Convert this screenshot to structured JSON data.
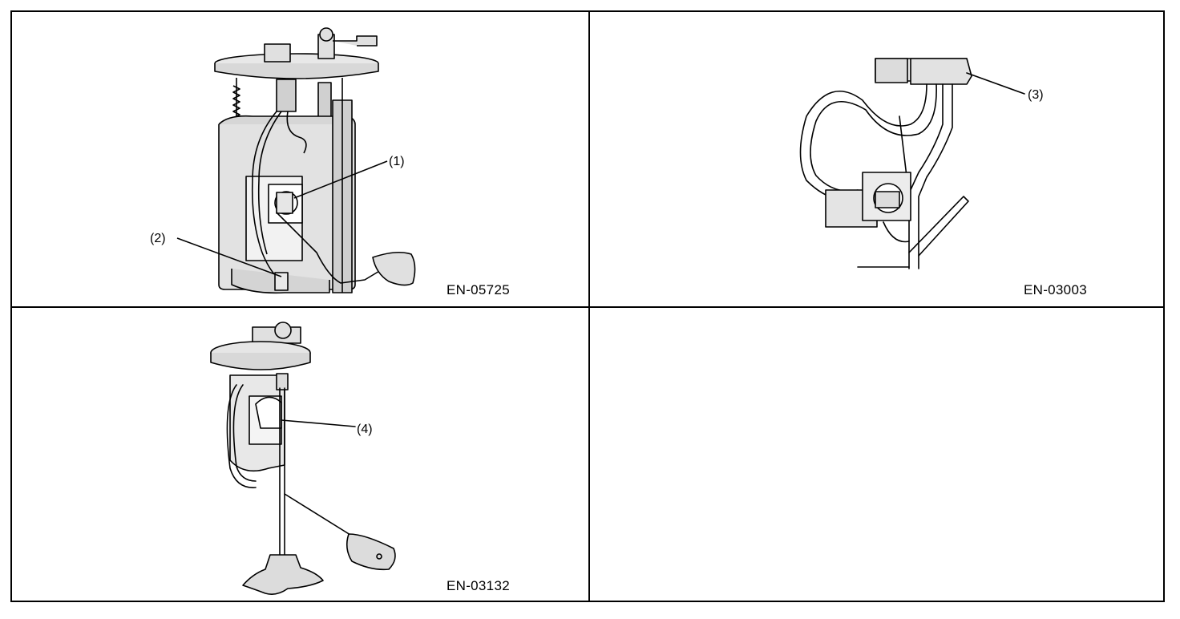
{
  "figures": [
    {
      "code": "EN-05725",
      "callouts": [
        "(1)",
        "(2)"
      ]
    },
    {
      "code": "EN-03003",
      "callouts": [
        "(3)"
      ]
    },
    {
      "code": "EN-03132",
      "callouts": [
        "(4)"
      ]
    },
    {
      "code": "",
      "callouts": []
    }
  ]
}
